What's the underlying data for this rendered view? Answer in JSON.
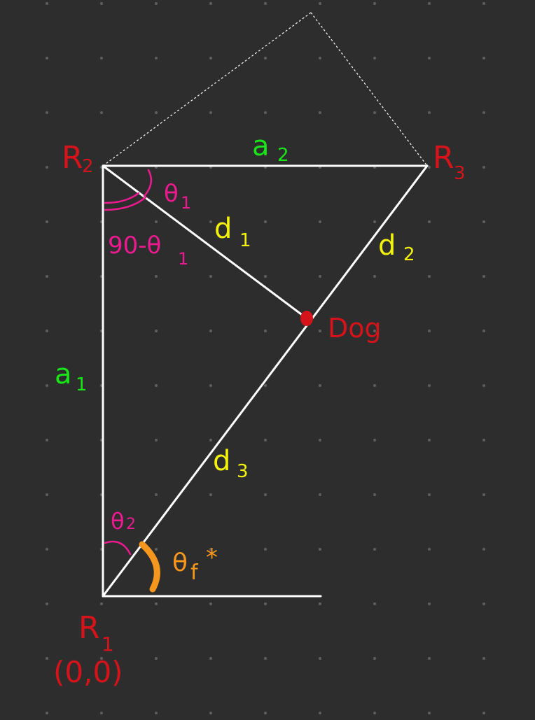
{
  "colors": {
    "background": "#2d2d2d",
    "grid_dot": "#5f5f5f",
    "line": "#ffffff",
    "red": "#d4141a",
    "green": "#19e619",
    "yellow": "#f2f20d",
    "magenta": "#ec1a8f",
    "orange": "#f5961e"
  },
  "nodes": {
    "r1_label": "R",
    "r1_sub": "1",
    "r1_coords": "(0,0)",
    "r2_label": "R",
    "r2_sub": "2",
    "r3_label": "R",
    "r3_sub": "3",
    "dog_label": "Dog"
  },
  "edges": {
    "a1": "a",
    "a1_sub": "1",
    "a2": "a",
    "a2_sub": "2",
    "d1": "d",
    "d1_sub": "1",
    "d2": "d",
    "d2_sub": "2",
    "d3": "d",
    "d3_sub": "3"
  },
  "angles": {
    "theta1": "θ",
    "theta1_sub": "1",
    "ninety_minus": "90-θ",
    "ninety_minus_sub": "1",
    "theta2": "θ",
    "theta2_sub": "2",
    "theta_f": "θ",
    "theta_f_sub": "f",
    "theta_f_star": "*"
  }
}
